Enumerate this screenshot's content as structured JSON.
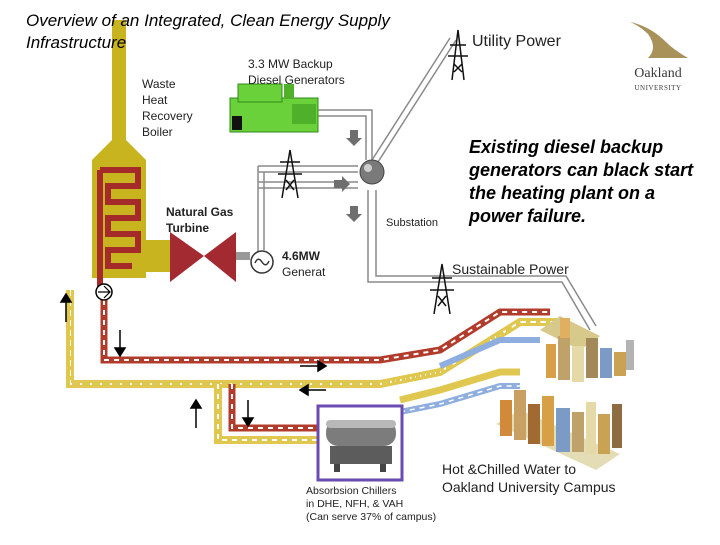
{
  "title": "Overview of an Integrated, Clean Energy Supply Infrastructure",
  "note": "Existing diesel backup generators can black start the heating plant on a power failure.",
  "logo": {
    "name": "Oakland",
    "subtitle": "UNIVERSITY"
  },
  "labels": {
    "utility_power": "Utility Power",
    "diesel_line1": "3.3 MW Backup",
    "diesel_line2": "Diesel Generators",
    "boiler_line1": "Waste",
    "boiler_line2": "Heat",
    "boiler_line3": "Recovery",
    "boiler_line4": "Boiler",
    "turbine_line1": "Natural Gas",
    "turbine_line2": "Turbine",
    "generator_line1": "4.6MW",
    "generator_line2": "Generat",
    "substation": "Substation",
    "sustainable_power": "Sustainable Power",
    "campus_line1": "Hot &Chilled Water to",
    "campus_line2": "Oakland University Campus",
    "chillers_line1": "Absorbsion Chillers",
    "chillers_line2": "in DHE, NFH, & VAH",
    "chillers_line3": "(Can serve 37% of campus)"
  },
  "colors": {
    "boiler": "#c8b41e",
    "coil": "#a52a2a",
    "turbine": "#a32a30",
    "diesel": "#6ad13a",
    "chiller_frame": "#6a4bb0",
    "power_line": "#9a9a9a"
  }
}
